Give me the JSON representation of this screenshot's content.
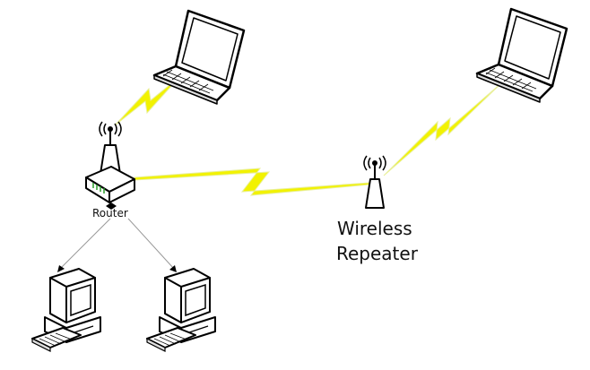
{
  "labels": {
    "router": "Router",
    "repeater_line1": "Wireless",
    "repeater_line2": "Repeater"
  },
  "colors": {
    "lightning": "#f2f200",
    "lightning_glow": "#e8ef9a",
    "outline": "#000000",
    "screen": "#ffffff",
    "body": "#ffffff",
    "cable": "#999999",
    "router_leds": "#2a9d2a"
  },
  "nodes": {
    "laptop_left": "laptop-icon",
    "laptop_right": "laptop-icon",
    "router": "router-icon",
    "repeater": "repeater-icon",
    "desktop_left": "desktop-computer-icon",
    "desktop_right": "desktop-computer-icon"
  },
  "links": [
    {
      "from": "router",
      "to": "laptop_left",
      "type": "wireless"
    },
    {
      "from": "router",
      "to": "repeater",
      "type": "wireless"
    },
    {
      "from": "repeater",
      "to": "laptop_right",
      "type": "wireless"
    },
    {
      "from": "router",
      "to": "desktop_left",
      "type": "wired"
    },
    {
      "from": "router",
      "to": "desktop_right",
      "type": "wired"
    }
  ]
}
